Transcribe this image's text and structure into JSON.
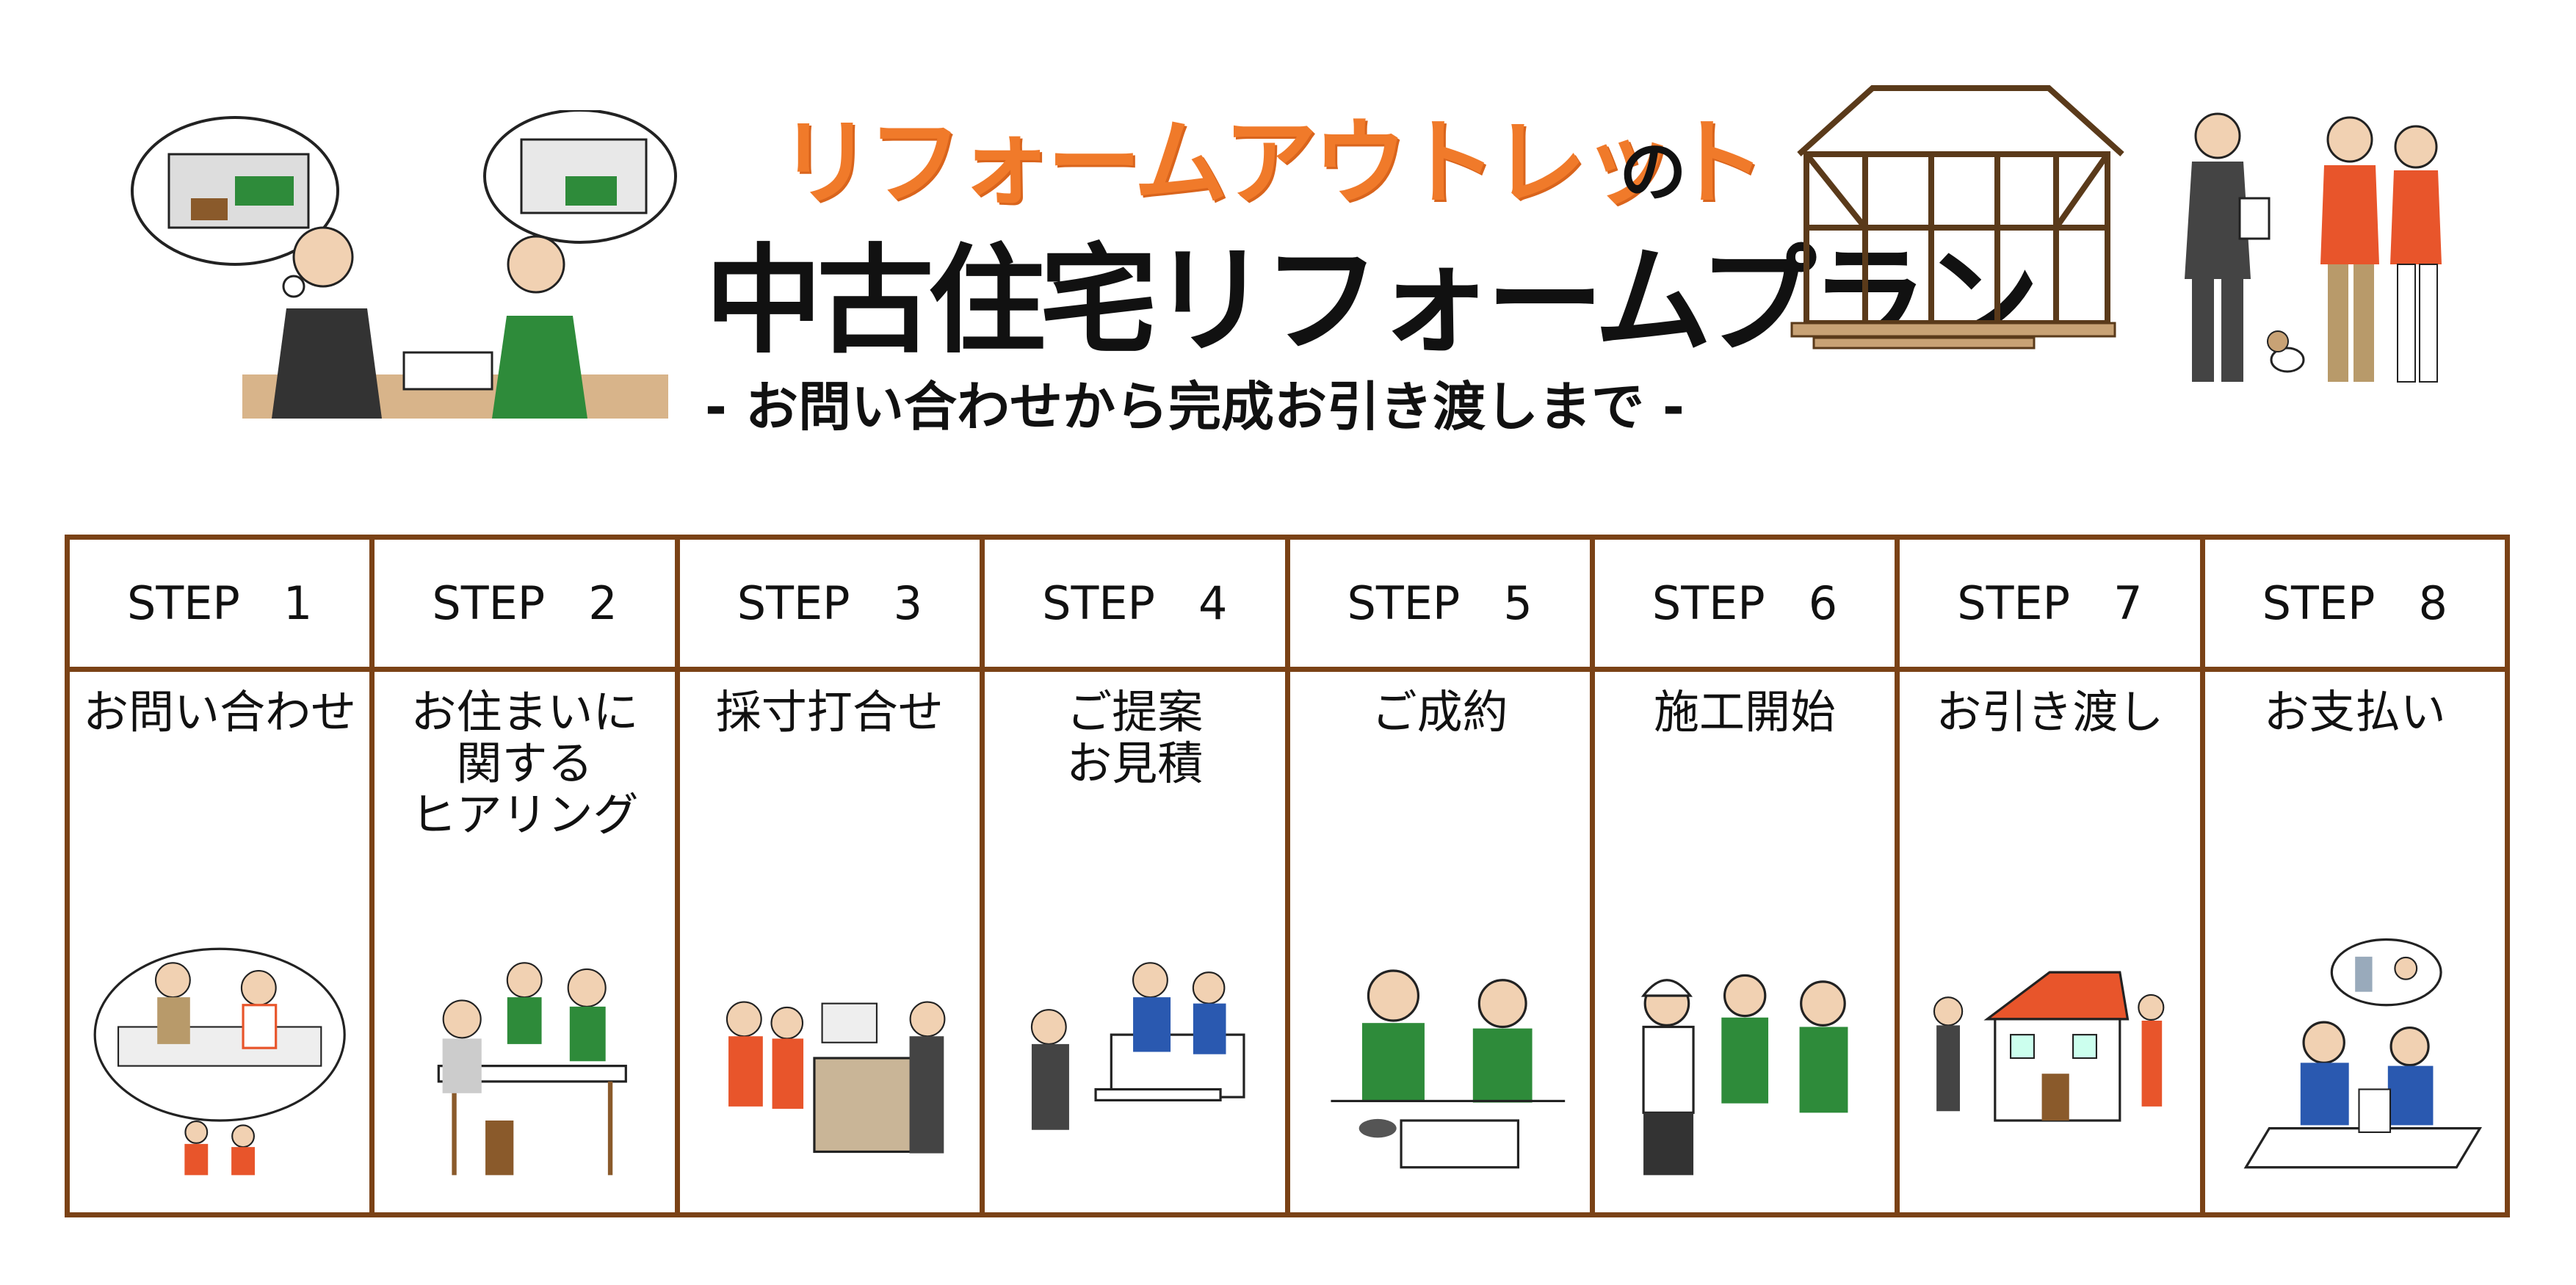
{
  "header": {
    "brand": "リフォームアウトレット",
    "brand_particle": "の",
    "title": "中古住宅リフォームプラン",
    "subtitle": "- お問い合わせから完成お引き渡しまで -"
  },
  "colors": {
    "brand": "#f07a2a",
    "border": "#7a4216",
    "shirt_green": "#2e8b3a",
    "shirt_orange": "#e8552b",
    "shirt_blue": "#2a59b0"
  },
  "steps": [
    {
      "label": "STEP   1",
      "title": "お問い合わせ",
      "icon": "consultation-couple-icon"
    },
    {
      "label": "STEP   2",
      "title": "お住まいに\n関する\nヒアリング",
      "icon": "hearing-table-icon"
    },
    {
      "label": "STEP   3",
      "title": "採寸打合せ",
      "icon": "measurement-kitchen-icon"
    },
    {
      "label": "STEP   4",
      "title": "ご提案\nお見積",
      "icon": "proposal-estimate-icon"
    },
    {
      "label": "STEP   5",
      "title": "ご成約",
      "icon": "contract-signing-icon"
    },
    {
      "label": "STEP   6",
      "title": "施工開始",
      "icon": "construction-start-icon"
    },
    {
      "label": "STEP   7",
      "title": "お引き渡し",
      "icon": "house-handover-icon"
    },
    {
      "label": "STEP   8",
      "title": "お支払い",
      "icon": "payment-icon"
    }
  ]
}
